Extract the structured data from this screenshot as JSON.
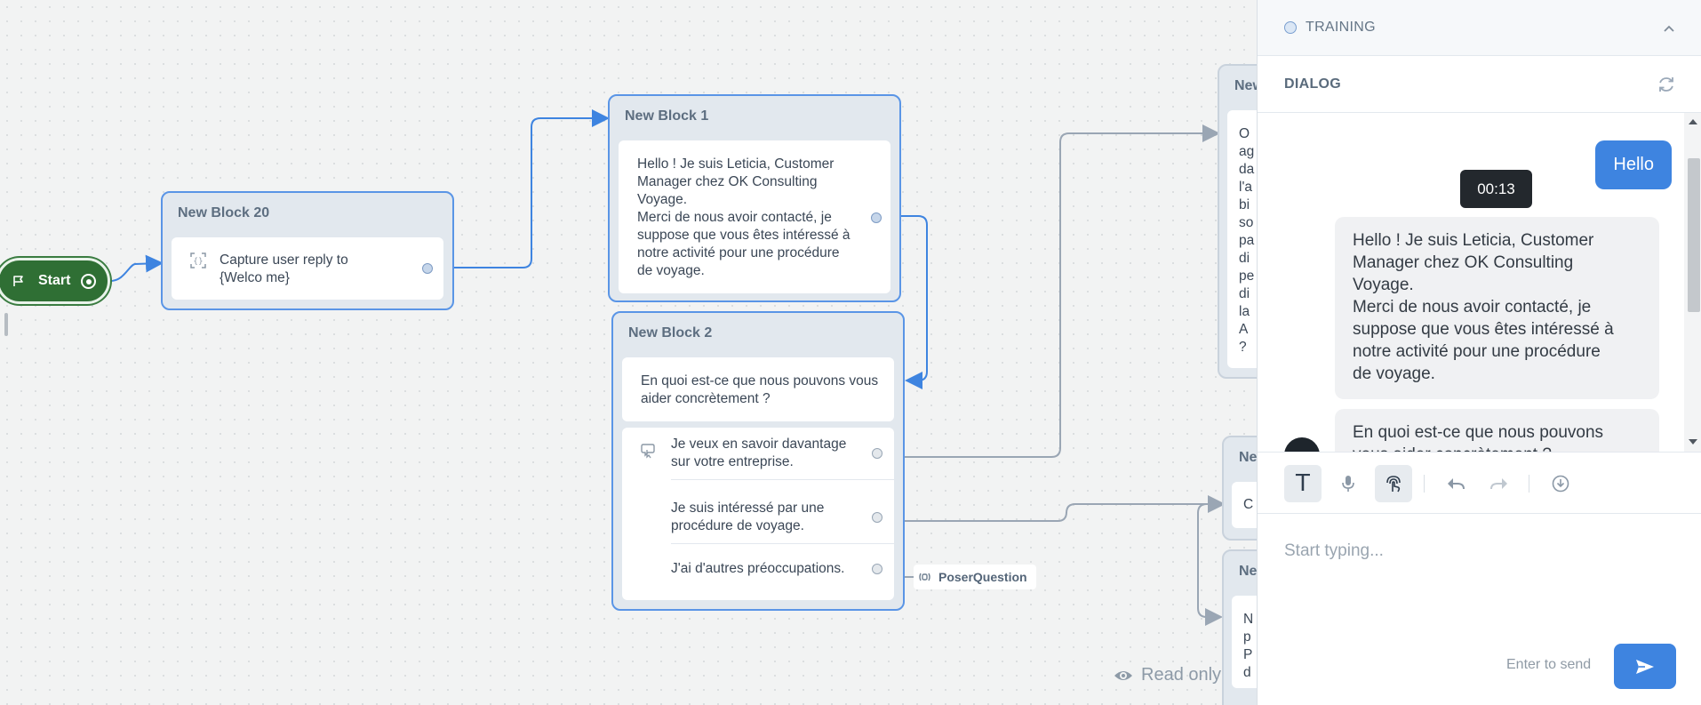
{
  "canvas": {
    "start_label": "Start",
    "blocks": {
      "block20": {
        "title": "New Block 20",
        "capture_text": "Capture user reply to {Welco me}"
      },
      "block1": {
        "title": "New Block 1",
        "text_lines": [
          "Hello ! Je suis Leticia, Customer",
          "Manager chez OK Consulting",
          "Voyage.",
          "Merci de nous avoir contacté, je",
          "suppose que vous êtes intéressé à",
          "notre activité pour une procédure",
          "de voyage."
        ]
      },
      "block2": {
        "title": "New Block 2",
        "question": [
          "En quoi est-ce que nous pouvons vous",
          "aider concrètement ?"
        ],
        "choices": [
          [
            "Je veux en savoir davantage",
            "sur votre entreprise."
          ],
          [
            "Je suis intéressé par une",
            "procédure de voyage."
          ],
          [
            "J'ai d'autres préoccupations."
          ]
        ]
      },
      "right_top": {
        "title": "New",
        "letters": [
          "O",
          "ag",
          "da",
          "l'a",
          "bi",
          "so",
          "pa",
          "di",
          "pe",
          "di",
          "la",
          "A",
          "?"
        ]
      },
      "right_mid": {
        "title": "Ne",
        "letter": "C"
      },
      "right_bot": {
        "title": "New",
        "letters": [
          "N",
          "p",
          "P",
          "d"
        ]
      }
    },
    "poser_label": "PoserQuestion",
    "read_only_label": "Read only"
  },
  "panel": {
    "training_label": "TRAINING",
    "dialog_label": "DIALOG",
    "messages": {
      "user_hello": "Hello",
      "timer": "00:13",
      "bot_1": [
        "Hello ! Je suis Leticia, Customer",
        "Manager chez OK Consulting",
        "Voyage.",
        "Merci de nous avoir contacté, je",
        "suppose que vous êtes intéressé à",
        "notre activité pour une procédure",
        "de voyage."
      ],
      "bot_2": [
        "En quoi est-ce que nous pouvons",
        "vous aider concrètement ?"
      ]
    },
    "toolbar": {
      "text_mode": "T"
    },
    "input_placeholder": "Start typing...",
    "enter_hint": "Enter to send"
  },
  "colors": {
    "accent": "#3e84e0",
    "start_green": "#2f6f34",
    "edge_blue": "#3e84e0",
    "edge_grey": "#9aa6b4"
  },
  "icons": [
    "flag-icon",
    "capture-icon",
    "choice-icon",
    "audio-icon",
    "eye-icon",
    "chevron-up-icon",
    "refresh-icon",
    "text-icon",
    "mic-icon",
    "touch-icon",
    "undo-icon",
    "redo-icon",
    "download-icon",
    "send-icon"
  ]
}
